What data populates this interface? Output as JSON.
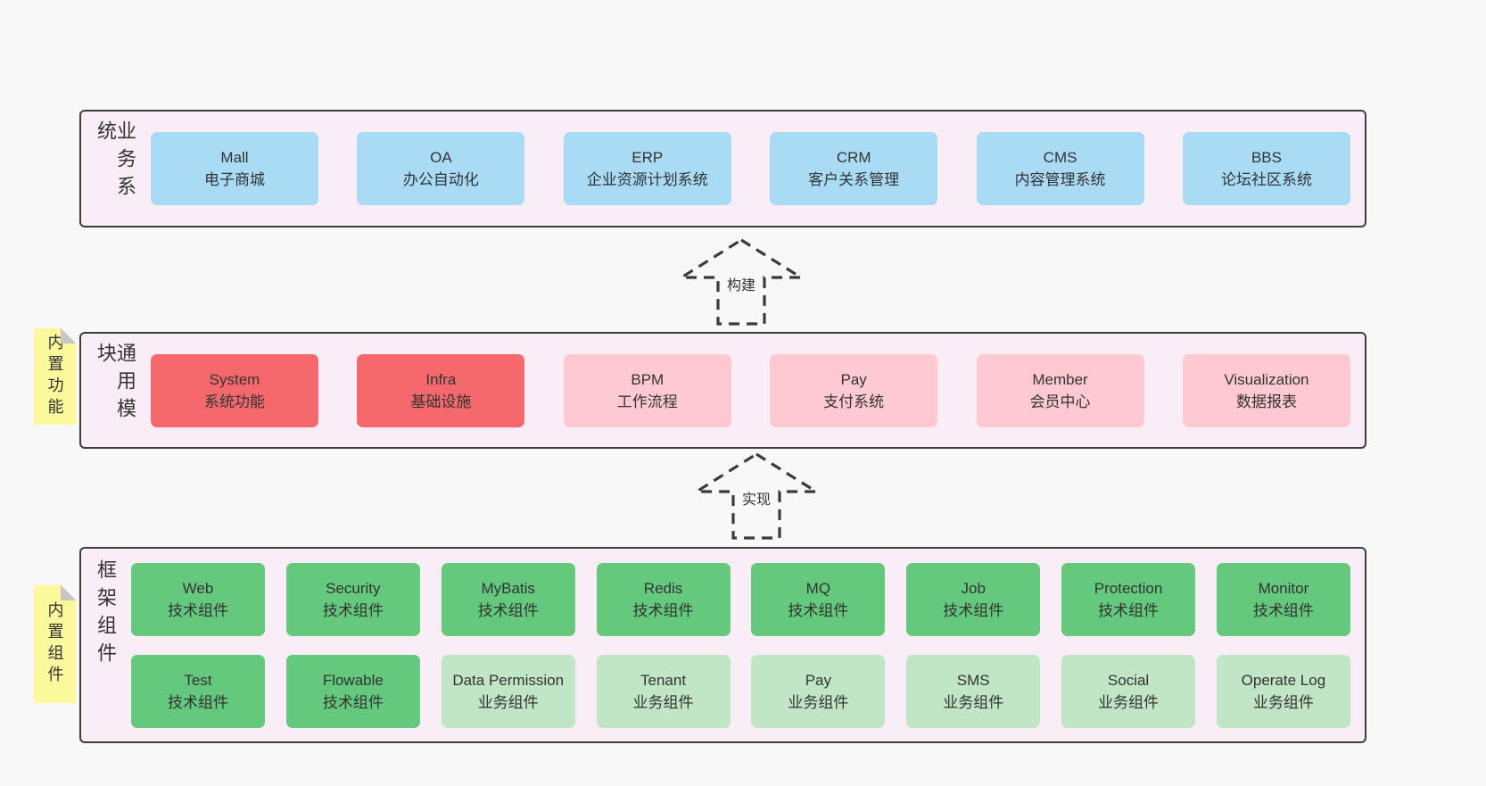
{
  "palette": {
    "page_bg": "#f8f8f8",
    "panel_bg": "#f9edf6",
    "panel_border": "#3d3d3d",
    "box_blue": "#a9dbf5",
    "box_red": "#f5696d",
    "box_pink": "#ffc9d2",
    "box_green": "#64c87d",
    "box_green_light": "#c0e6c6",
    "sticky_yellow": "#fbf99c",
    "sticky_fold_gray": "#c6c6c6",
    "text": "#333333"
  },
  "layers": {
    "business": {
      "label": "业务系统",
      "boxes": [
        {
          "title": "Mall",
          "subtitle": "电子商城",
          "variant": "blue"
        },
        {
          "title": "OA",
          "subtitle": "办公自动化",
          "variant": "blue"
        },
        {
          "title": "ERP",
          "subtitle": "企业资源计划系统",
          "variant": "blue"
        },
        {
          "title": "CRM",
          "subtitle": "客户关系管理",
          "variant": "blue"
        },
        {
          "title": "CMS",
          "subtitle": "内容管理系统",
          "variant": "blue"
        },
        {
          "title": "BBS",
          "subtitle": "论坛社区系统",
          "variant": "blue"
        }
      ]
    },
    "arrow_build": {
      "label": "构建"
    },
    "modules": {
      "sticky": "内置功能",
      "label": "通用模块",
      "boxes": [
        {
          "title": "System",
          "subtitle": "系统功能",
          "variant": "red"
        },
        {
          "title": "Infra",
          "subtitle": "基础设施",
          "variant": "red"
        },
        {
          "title": "BPM",
          "subtitle": "工作流程",
          "variant": "pink"
        },
        {
          "title": "Pay",
          "subtitle": "支付系统",
          "variant": "pink"
        },
        {
          "title": "Member",
          "subtitle": "会员中心",
          "variant": "pink"
        },
        {
          "title": "Visualization",
          "subtitle": "数据报表",
          "variant": "pink"
        }
      ]
    },
    "arrow_implement": {
      "label": "实现"
    },
    "components": {
      "sticky": "内置组件",
      "label": "框架组件",
      "rows": [
        [
          {
            "title": "Web",
            "subtitle": "技术组件",
            "variant": "green"
          },
          {
            "title": "Security",
            "subtitle": "技术组件",
            "variant": "green"
          },
          {
            "title": "MyBatis",
            "subtitle": "技术组件",
            "variant": "green"
          },
          {
            "title": "Redis",
            "subtitle": "技术组件",
            "variant": "green"
          },
          {
            "title": "MQ",
            "subtitle": "技术组件",
            "variant": "green"
          },
          {
            "title": "Job",
            "subtitle": "技术组件",
            "variant": "green"
          },
          {
            "title": "Protection",
            "subtitle": "技术组件",
            "variant": "green"
          },
          {
            "title": "Monitor",
            "subtitle": "技术组件",
            "variant": "green"
          }
        ],
        [
          {
            "title": "Test",
            "subtitle": "技术组件",
            "variant": "green"
          },
          {
            "title": "Flowable",
            "subtitle": "技术组件",
            "variant": "green"
          },
          {
            "title": "Data Permission",
            "subtitle": "业务组件",
            "variant": "green-light"
          },
          {
            "title": "Tenant",
            "subtitle": "业务组件",
            "variant": "green-light"
          },
          {
            "title": "Pay",
            "subtitle": "业务组件",
            "variant": "green-light"
          },
          {
            "title": "SMS",
            "subtitle": "业务组件",
            "variant": "green-light"
          },
          {
            "title": "Social",
            "subtitle": "业务组件",
            "variant": "green-light"
          },
          {
            "title": "Operate Log",
            "subtitle": "业务组件",
            "variant": "green-light"
          }
        ]
      ]
    }
  }
}
